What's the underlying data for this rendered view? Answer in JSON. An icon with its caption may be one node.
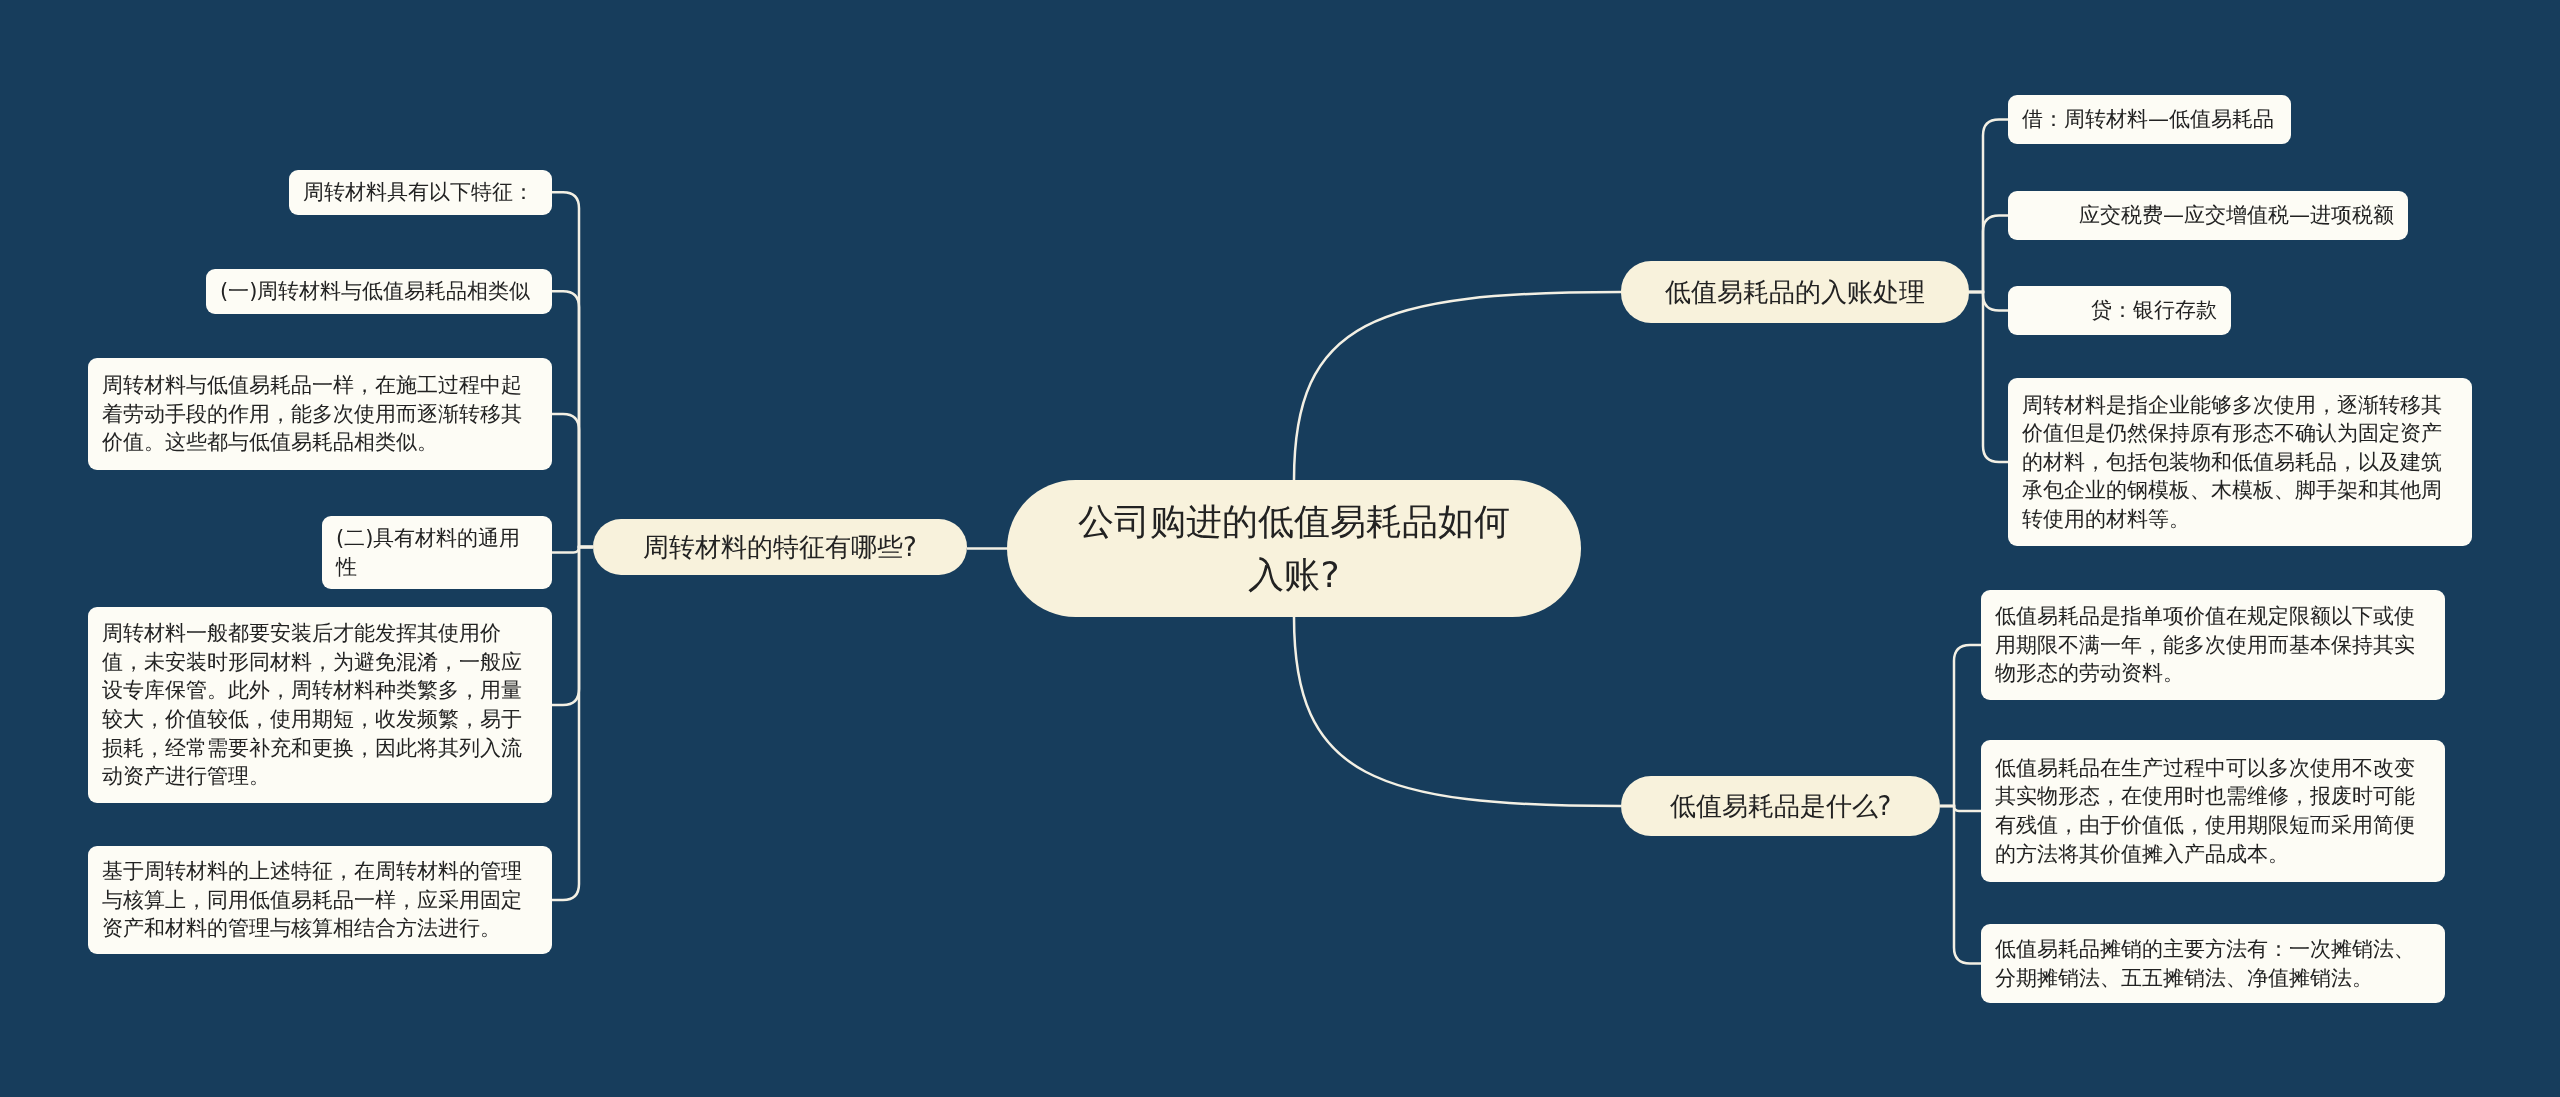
{
  "diagram": {
    "nodes": [
      {
        "text": [
          "公司购进的低值易耗品如何入账?"
        ]
      },
      {
        "text": [
          "周转材料的特征有哪些?"
        ]
      },
      {
        "text": [
          "周转材料具有以下特征："
        ]
      },
      {
        "text": [
          "(一)周转材料与低值易耗品相类似"
        ]
      },
      {
        "text": [
          "周转材料与低值易耗品一样，在施工过程中起着劳动手段的作用，能多次使用而逐渐转移其价值。这些都与低值易耗品相类似。"
        ]
      },
      {
        "text": [
          "(二)具有材料的通用性"
        ]
      },
      {
        "text": [
          "周转材料一般都要安装后才能发挥其使用价值，未安装时形同材料，为避免混淆，一般应设专库保管。此外，周转材料种类繁多，用量较大，价值较低，使用期短，收发频繁，易于损耗，经常需要补充和更换，因此将其列入流动资产进行管理。"
        ]
      },
      {
        "text": [
          "基于周转材料的上述特征，在周转材料的管理与核算上，同用低值易耗品一样，应采用固定资产和材料的管理与核算相结合方法进行。"
        ]
      },
      {
        "text": [
          "低值易耗品的入账处理"
        ]
      },
      {
        "text": [
          "借：周转材料—低值易耗品"
        ]
      },
      {
        "text": [
          "应交税费—应交增值税—进项税额"
        ]
      },
      {
        "text": [
          "贷：银行存款"
        ]
      },
      {
        "text": [
          "周转材料是指企业能够多次使用，逐渐转移其价值但是仍然保持原有形态不确认为固定资产的材料，包括包装物和低值易耗品，以及建筑承包企业的钢模板、木模板、脚手架和其他周转使用的材料等。"
        ]
      },
      {
        "text": [
          "低值易耗品是什么?"
        ]
      },
      {
        "text": [
          "低值易耗品是指单项价值在规定限额以下或使用期限不满一年，能多次使用而基本保持其实物形态的劳动资料。"
        ]
      },
      {
        "text": [
          "低值易耗品在生产过程中可以多次使用不改变其实物形态，在使用时也需维修，报废时可能有残值，由于价值低，使用期限短而采用简便的方法将其价值摊入产品成本。"
        ]
      },
      {
        "text": [
          "低值易耗品摊销的主要方法有：一次摊销法、分期摊销法、五五摊销法、净值摊销法。"
        ]
      }
    ],
    "edges": [
      {
        "from": 0,
        "to": 1,
        "arrow": "none"
      },
      {
        "from": 1,
        "to": 2,
        "arrow": "none"
      },
      {
        "from": 1,
        "to": 3,
        "arrow": "none"
      },
      {
        "from": 1,
        "to": 4,
        "arrow": "none"
      },
      {
        "from": 1,
        "to": 5,
        "arrow": "none"
      },
      {
        "from": 1,
        "to": 6,
        "arrow": "none"
      },
      {
        "from": 1,
        "to": 7,
        "arrow": "none"
      },
      {
        "from": 0,
        "to": 8,
        "arrow": "none"
      },
      {
        "from": 8,
        "to": 9,
        "arrow": "none"
      },
      {
        "from": 8,
        "to": 10,
        "arrow": "none"
      },
      {
        "from": 8,
        "to": 11,
        "arrow": "none"
      },
      {
        "from": 8,
        "to": 12,
        "arrow": "none"
      },
      {
        "from": 0,
        "to": 13,
        "arrow": "none"
      },
      {
        "from": 13,
        "to": 14,
        "arrow": "none"
      },
      {
        "from": 13,
        "to": 15,
        "arrow": "none"
      },
      {
        "from": 13,
        "to": 16,
        "arrow": "none"
      }
    ]
  }
}
